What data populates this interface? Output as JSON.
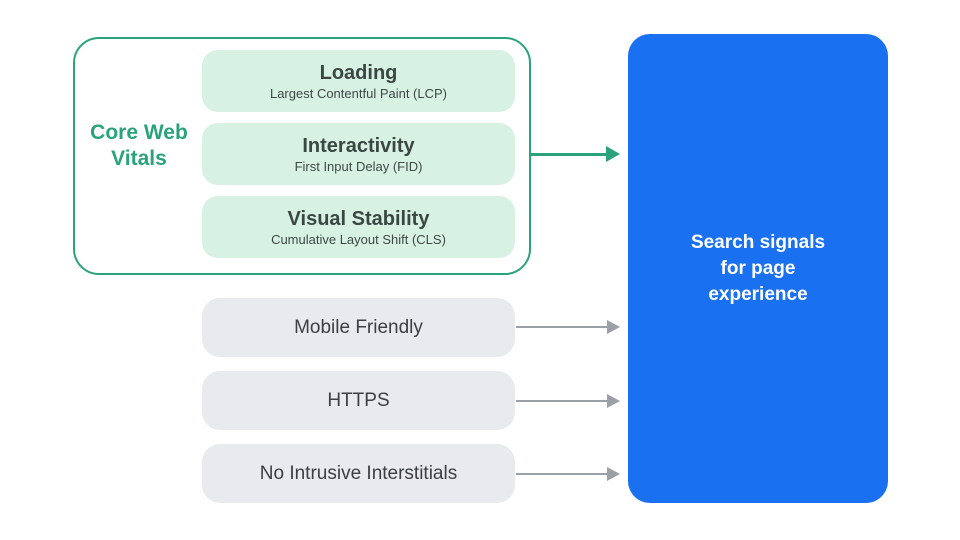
{
  "core_web_vitals": {
    "group_label": "Core Web Vitals",
    "items": [
      {
        "title": "Loading",
        "subtitle": "Largest Contentful Paint (LCP)"
      },
      {
        "title": "Interactivity",
        "subtitle": "First Input Delay (FID)"
      },
      {
        "title": "Visual Stability",
        "subtitle": "Cumulative Layout Shift (CLS)"
      }
    ]
  },
  "other_signals": [
    {
      "label": "Mobile Friendly"
    },
    {
      "label": "HTTPS"
    },
    {
      "label": "No Intrusive Interstitials"
    }
  ],
  "result_box": {
    "label": "Search signals for page experience"
  },
  "icons": {
    "green_arrow": "arrow-right",
    "gray_arrow": "arrow-right"
  },
  "colors": {
    "accent_green": "#2aa37c",
    "mint_pill_bg": "#d7f1e3",
    "gray_pill_bg": "#e8eaed",
    "arrow_gray": "#9aa0a6",
    "result_blue": "#1971f2",
    "dark_text": "#3c4043",
    "white_text": "#ffffff"
  }
}
